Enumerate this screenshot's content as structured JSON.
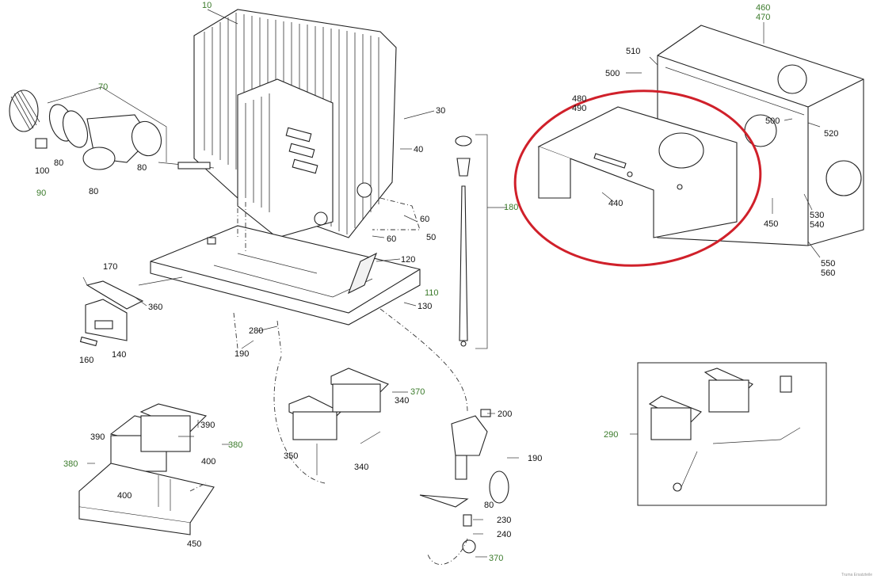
{
  "diagram": {
    "highlight_color": "#d0202a",
    "label_color": "#111111",
    "group_label_color": "#3a7a2a",
    "labels": {
      "p10": "10",
      "p30": "30",
      "p40": "40",
      "p50": "50",
      "p60a": "60",
      "p60b": "60",
      "p70": "70",
      "p80a": "80",
      "p80b": "80",
      "p80c": "80",
      "p80d": "80",
      "p90": "90",
      "p100": "100",
      "p110": "110",
      "p120": "120",
      "p130": "130",
      "p140": "140",
      "p160": "160",
      "p170": "170",
      "p180": "180",
      "p190a": "190",
      "p190b": "190",
      "p200": "200",
      "p230": "230",
      "p240": "240",
      "p280": "280",
      "p290": "290",
      "p340a": "340",
      "p340b": "340",
      "p350": "350",
      "p360": "360",
      "p370a": "370",
      "p370b": "370",
      "p380a": "380",
      "p380b": "380",
      "p390a": "390",
      "p390b": "390",
      "p400a": "400",
      "p400b": "400",
      "p440": "440",
      "p450a": "450",
      "p450b": "450",
      "p460": "460",
      "p470": "470",
      "p480": "480",
      "p490": "490",
      "p500a": "500",
      "p500b": "500",
      "p510": "510",
      "p520": "520",
      "p530": "530",
      "p540": "540",
      "p550": "550",
      "p560": "560"
    },
    "footer": "Truma Ersatzteile"
  }
}
